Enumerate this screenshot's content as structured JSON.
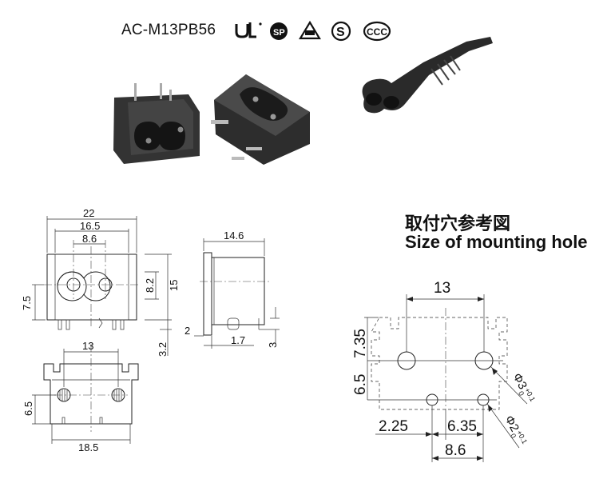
{
  "header": {
    "model": "AC-M13PB56",
    "cert_icons": [
      "ul-recognized-icon",
      "csa-icon",
      "vde-icon",
      "s-mark-icon",
      "ccc-icon"
    ]
  },
  "hole_title": {
    "cn": "取付穴参考図",
    "en": "Size of mounting hole"
  },
  "front_view": {
    "w": "22",
    "a": "16.5",
    "b": "8.6",
    "c": "8.2",
    "d": "15",
    "e": "7.5",
    "f": "3.2"
  },
  "side_view": {
    "w": "14.6",
    "a": "2",
    "b": "1.7",
    "c": "3"
  },
  "bottom_view": {
    "w": "13",
    "h": "6.5",
    "b": "18.5"
  },
  "hole_view": {
    "w": "13",
    "v1": "7.35",
    "v2": "6.5",
    "h1": "2.25",
    "h2": "6.35",
    "h3": "8.6",
    "d1": "Φ3",
    "d1_tol": "+0.1",
    "d1_tol2": "0",
    "d2": "Φ2",
    "d2_tol": "+0.1",
    "d2_tol2": "0"
  },
  "colors": {
    "ink": "#111111",
    "product": "#2a2a2a"
  }
}
